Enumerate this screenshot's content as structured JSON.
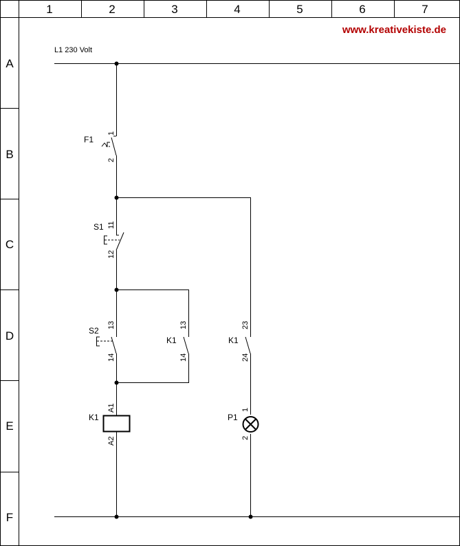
{
  "header": {
    "columns": [
      "1",
      "2",
      "3",
      "4",
      "5",
      "6",
      "7"
    ],
    "rows": [
      "A",
      "B",
      "C",
      "D",
      "E",
      "F"
    ]
  },
  "website": "www.kreativekiste.de",
  "supply_label": "L1 230 Volt",
  "components": {
    "f1": {
      "tag": "F1",
      "pin_top": "1",
      "pin_bottom": "2"
    },
    "s1": {
      "tag": "S1",
      "pin_top": "11",
      "pin_bottom": "12"
    },
    "s2": {
      "tag": "S2",
      "pin_top": "13",
      "pin_bottom": "14"
    },
    "k1_holding": {
      "tag": "K1",
      "pin_top": "13",
      "pin_bottom": "14"
    },
    "k1_aux": {
      "tag": "K1",
      "pin_top": "23",
      "pin_bottom": "24"
    },
    "k1_coil": {
      "tag": "K1",
      "pin_top": "A1",
      "pin_bottom": "A2"
    },
    "p1": {
      "tag": "P1",
      "pin_top": "1",
      "pin_bottom": "2"
    }
  }
}
